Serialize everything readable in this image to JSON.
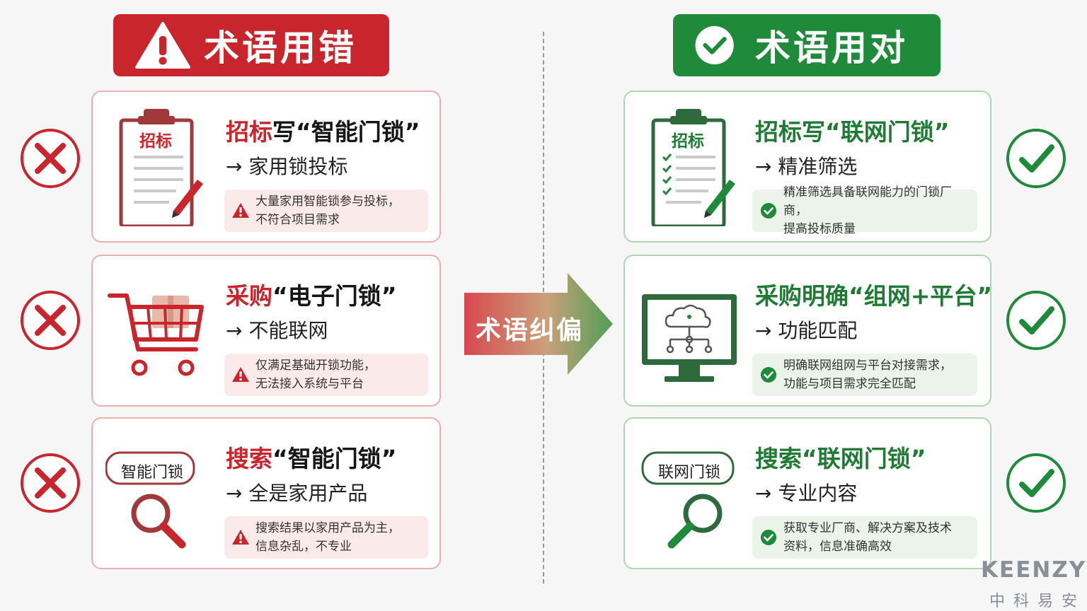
{
  "header": {
    "wrong_title": "术语用错",
    "right_title": "术语用对"
  },
  "center_label": "术语纠偏",
  "colors": {
    "wrong_red": "#c8252c",
    "right_green": "#1f8a3a",
    "wrong_note_bg": "#fbeaea",
    "right_note_bg": "#ebf3ea"
  },
  "wrong_cards": [
    {
      "icon": "clipboard-pencil-icon",
      "icon_label": "招标",
      "title_highlight": "招标",
      "title_rest": "写“智能门锁”",
      "result": "→ 家用锁投标",
      "note_line1": "大量家用智能锁参与投标，",
      "note_line2": "不符合项目需求"
    },
    {
      "icon": "shopping-cart-icon",
      "title_highlight": "采购",
      "title_rest": "“电子门锁”",
      "result": "→ 不能联网",
      "note_line1": "仅满足基础开锁功能，",
      "note_line2": "无法接入系统与平台"
    },
    {
      "icon": "search-magnifier-icon",
      "icon_label": "智能门锁",
      "title_highlight": "搜索",
      "title_rest": "“智能门锁”",
      "result": "→ 全是家用产品",
      "note_line1": "搜索结果以家用产品为主，",
      "note_line2": "信息杂乱，不专业"
    }
  ],
  "right_cards": [
    {
      "icon": "clipboard-checklist-icon",
      "icon_label": "招标",
      "title": "招标写“联网门锁”",
      "result": "→ 精准筛选",
      "note_line1": "精准筛选具备联网能力的门锁厂商，",
      "note_line2": "提高投标质量"
    },
    {
      "icon": "monitor-cloud-network-icon",
      "title": "采购明确“组网+平台”",
      "result": "→ 功能匹配",
      "note_line1": "明确联网组网与平台对接需求，",
      "note_line2": "功能与项目需求完全匹配"
    },
    {
      "icon": "search-magnifier-icon",
      "icon_label": "联网门锁",
      "title": "搜索“联网门锁”",
      "result": "→ 专业内容",
      "note_line1": "获取专业厂商、解决方案及技术",
      "note_line2": "资料，信息准确高效"
    }
  ],
  "logo": {
    "en": "KEENZY",
    "cn": "中科易安"
  }
}
